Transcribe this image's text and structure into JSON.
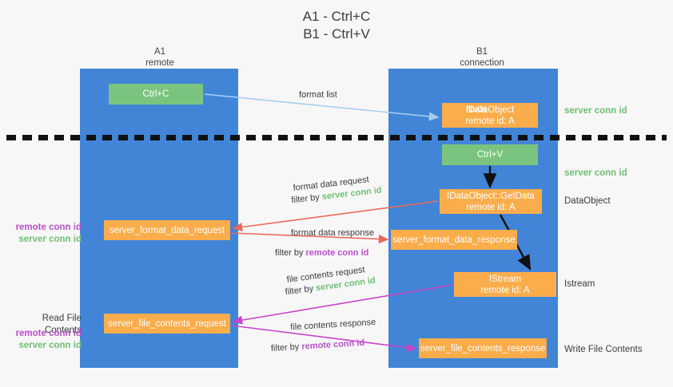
{
  "title": {
    "line1": "A1 - Ctrl+C",
    "line2": "B1 - Ctrl+V"
  },
  "columns": [
    {
      "name": "A1",
      "sub": "remote"
    },
    {
      "name": "B1",
      "sub": "connection"
    }
  ],
  "nodes": {
    "ctrl_c": {
      "label": "Ctrl+C",
      "sub": "",
      "color": "#7bc47f"
    },
    "new_dataobject": {
      "label": "IDataObject",
      "ghost": "New Get",
      "sub": "remote id: A",
      "color": "#fbad4b"
    },
    "ctrl_v": {
      "label": "Ctrl+V",
      "sub": "",
      "color": "#7bc47f"
    },
    "getdata": {
      "label": "IDataObject::GetData",
      "sub": "remote id: A",
      "color": "#fbad4b"
    },
    "server_format_data_request": {
      "label": "server_format_data_request",
      "sub": "",
      "color": "#fbad4b"
    },
    "server_format_data_response": {
      "label": "server_format_data_response",
      "sub": "",
      "color": "#fbad4b"
    },
    "istream": {
      "label": "IStream",
      "sub": "remote id: A",
      "color": "#fbad4b"
    },
    "server_file_contents_request": {
      "label": "server_file_contents_request",
      "sub": "",
      "color": "#fbad4b"
    },
    "server_file_contents_response": {
      "label": "server_file_contents_response",
      "sub": "",
      "color": "#fbad4b"
    }
  },
  "arrow_labels": {
    "format_list": {
      "line1": "format list",
      "filter_prefix": "",
      "filter_value": ""
    },
    "format_data_request": {
      "line1": "format data request",
      "filter_prefix": "filter by ",
      "filter_value": "server conn id"
    },
    "format_data_response": {
      "line1": "format data response",
      "filter_prefix": "filter by ",
      "filter_value": "remote conn id"
    },
    "file_contents_request": {
      "line1": "file contents request",
      "filter_prefix": "filter by ",
      "filter_value": "server conn id"
    },
    "file_contents_response": {
      "line1": "file contents response",
      "filter_prefix": "filter by ",
      "filter_value": "remote conn id"
    }
  },
  "side_labels": {
    "server_conn_id_top": "server conn id",
    "server_conn_id_second": "server conn id",
    "dataobject": "DataObject",
    "istream": "Istream",
    "write_file_contents": "Write File Contents",
    "read_file_contents": "Read File Contents",
    "remote_conn_id": "remote conn id",
    "server_conn_id": "server conn id"
  },
  "colors": {
    "lane": "#4285d6",
    "green": "#7bc47f",
    "orange": "#fbad4b",
    "green_text": "#6fbf73",
    "purple_text": "#b94fc9",
    "red_arrow": "#e8695e",
    "purple_arrow": "#c845c8",
    "blue_arrow": "#a8cdf0",
    "black_arrow": "#111111",
    "background": "#f7f7f7"
  }
}
